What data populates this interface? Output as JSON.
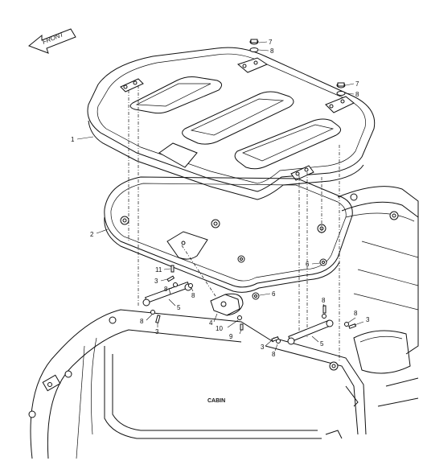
{
  "direction_label": "FRONT",
  "area_label": "CABIN",
  "callouts": [
    {
      "id": "c1",
      "text": "1"
    },
    {
      "id": "c2",
      "text": "2"
    },
    {
      "id": "c3a",
      "text": "3"
    },
    {
      "id": "c3b",
      "text": "3"
    },
    {
      "id": "c3c",
      "text": "3"
    },
    {
      "id": "c3d",
      "text": "3"
    },
    {
      "id": "c4",
      "text": "4"
    },
    {
      "id": "c5a",
      "text": "5"
    },
    {
      "id": "c5b",
      "text": "5"
    },
    {
      "id": "c6a",
      "text": "6"
    },
    {
      "id": "c6b",
      "text": "6"
    },
    {
      "id": "c7a",
      "text": "7"
    },
    {
      "id": "c7b",
      "text": "7"
    },
    {
      "id": "c8a",
      "text": "8"
    },
    {
      "id": "c8b",
      "text": "8"
    },
    {
      "id": "c8c",
      "text": "8"
    },
    {
      "id": "c8d",
      "text": "8"
    },
    {
      "id": "c8e",
      "text": "8"
    },
    {
      "id": "c8f",
      "text": "8"
    },
    {
      "id": "c8g",
      "text": "8"
    },
    {
      "id": "c8h",
      "text": "8"
    },
    {
      "id": "c9",
      "text": "9"
    },
    {
      "id": "c10",
      "text": "10"
    },
    {
      "id": "c11",
      "text": "11"
    }
  ]
}
